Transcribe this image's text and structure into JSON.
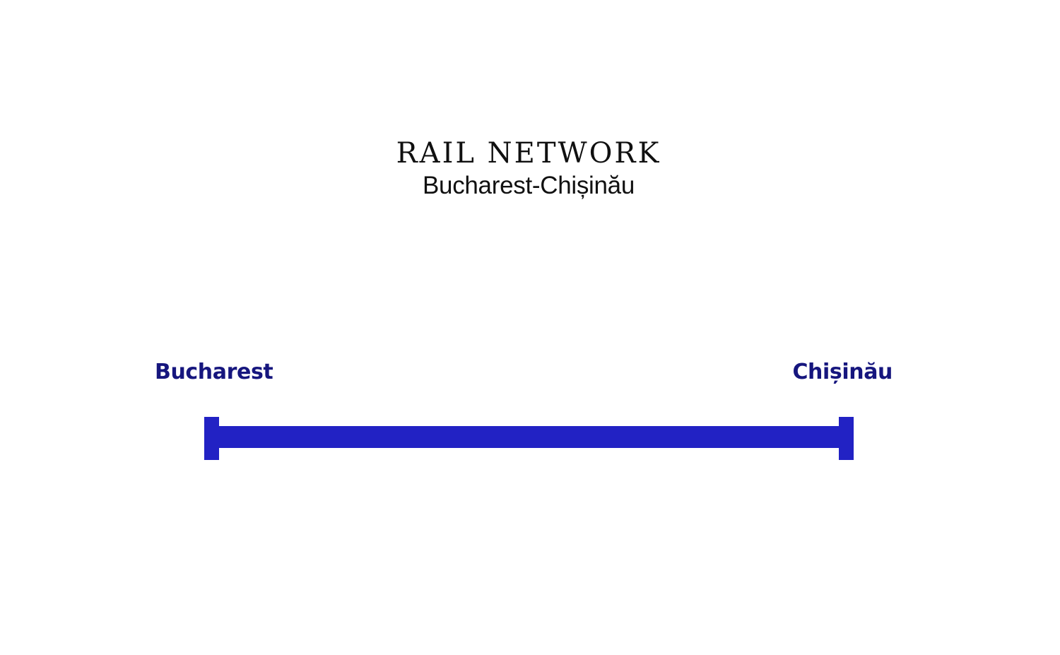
{
  "document": {
    "background_color": "#ffffff",
    "title": "RAIL NETWORK",
    "subtitle": "Bucharest-Chișinău"
  },
  "theme": {
    "rail_color": "#2222c4",
    "station_label_color": "#16167e",
    "title_color": "#101010",
    "subtitle_color": "#111111"
  },
  "route": {
    "origin_label": "Bucharest",
    "destination_label": "Chișinău"
  },
  "chart_data": {
    "type": "diagram",
    "title": "RAIL NETWORK",
    "subtitle": "Bucharest-Chișinău",
    "description": "Single straight rail line connecting two terminus stations",
    "nodes": [
      {
        "name": "Bucharest",
        "role": "terminus",
        "position": "left"
      },
      {
        "name": "Chișinău",
        "role": "terminus",
        "position": "right"
      }
    ],
    "edges": [
      {
        "from": "Bucharest",
        "to": "Chișinău",
        "style": "solid",
        "color": "#2222c4"
      }
    ],
    "legend": [],
    "grid": false
  }
}
